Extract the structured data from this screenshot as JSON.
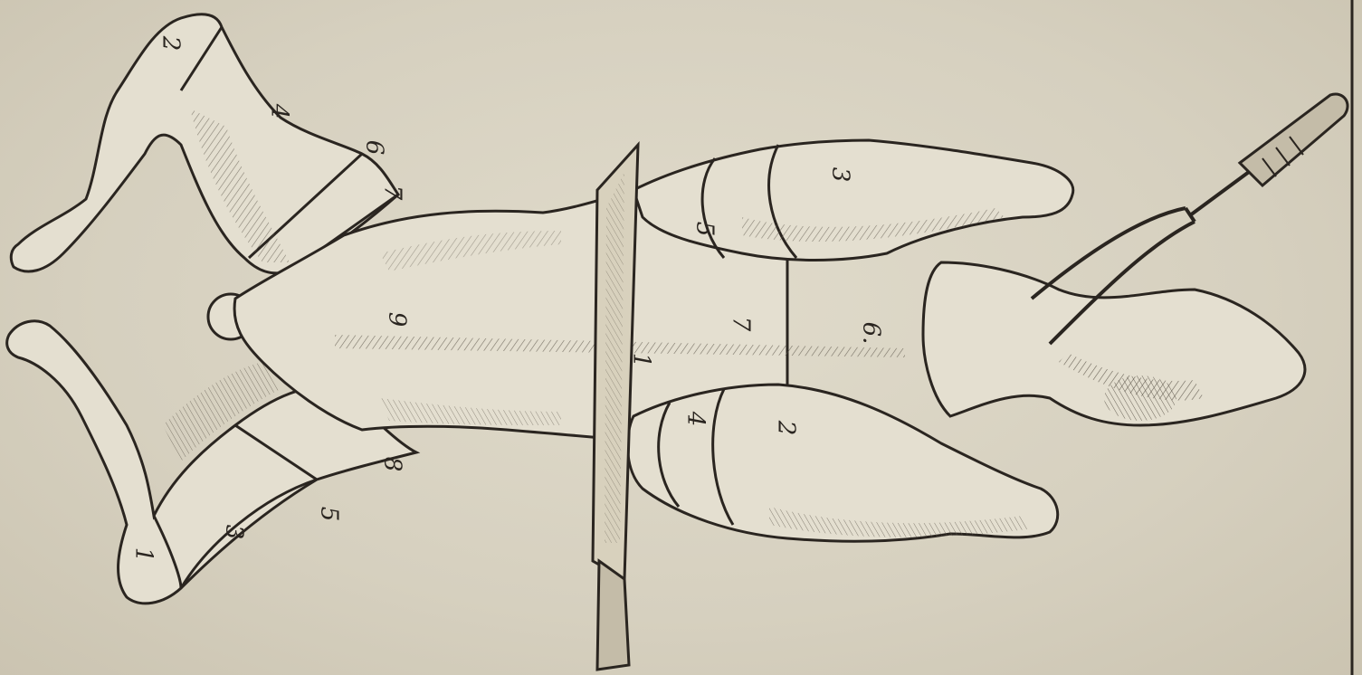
{
  "engraving": {
    "colors": {
      "paper": "#d9d3c3",
      "ink": "#2a2520",
      "shade": "#6e665a"
    },
    "subject": [
      "carving-diagram",
      "knife",
      "carving-fork"
    ],
    "cut_labels": [
      "2",
      "4",
      "6",
      "7",
      "9",
      "3",
      "5",
      "1",
      "8",
      "3",
      "5",
      "6.",
      "7",
      "1",
      "4",
      "2"
    ]
  }
}
